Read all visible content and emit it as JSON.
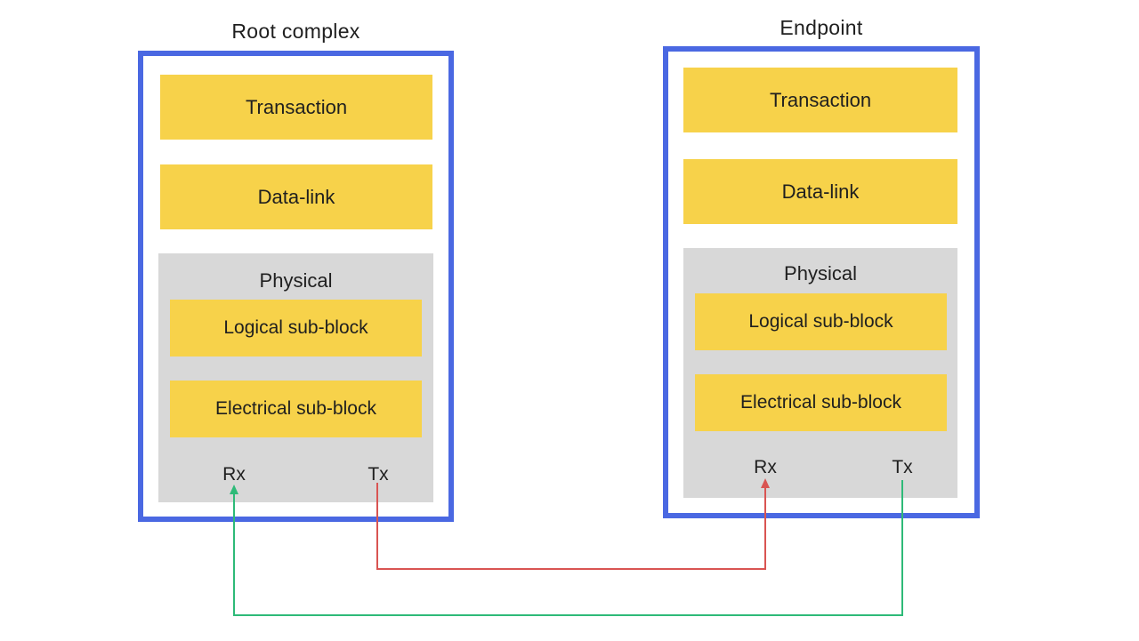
{
  "colors": {
    "box_border": "#4a68e2",
    "layer_fill": "#f7d24a",
    "physical_fill": "#d8d8d8",
    "text": "#1f1f1f"
  },
  "blocks": [
    {
      "title": "Root complex",
      "transaction_label": "Transaction",
      "datalink_label": "Data-link",
      "physical_label": "Physical",
      "logical_label": "Logical sub-block",
      "electrical_label": "Electrical sub-block",
      "rx_label": "Rx",
      "tx_label": "Tx"
    },
    {
      "title": "Endpoint",
      "transaction_label": "Transaction",
      "datalink_label": "Data-link",
      "physical_label": "Physical",
      "logical_label": "Logical sub-block",
      "electrical_label": "Electrical sub-block",
      "rx_label": "Rx",
      "tx_label": "Tx"
    }
  ],
  "connections": [
    {
      "id": "red-link",
      "from": "root-complex-tx",
      "to": "endpoint-rx",
      "color": "#d95452"
    },
    {
      "id": "green-link",
      "from": "endpoint-tx",
      "to": "root-complex-rx",
      "color": "#2eba78"
    }
  ]
}
